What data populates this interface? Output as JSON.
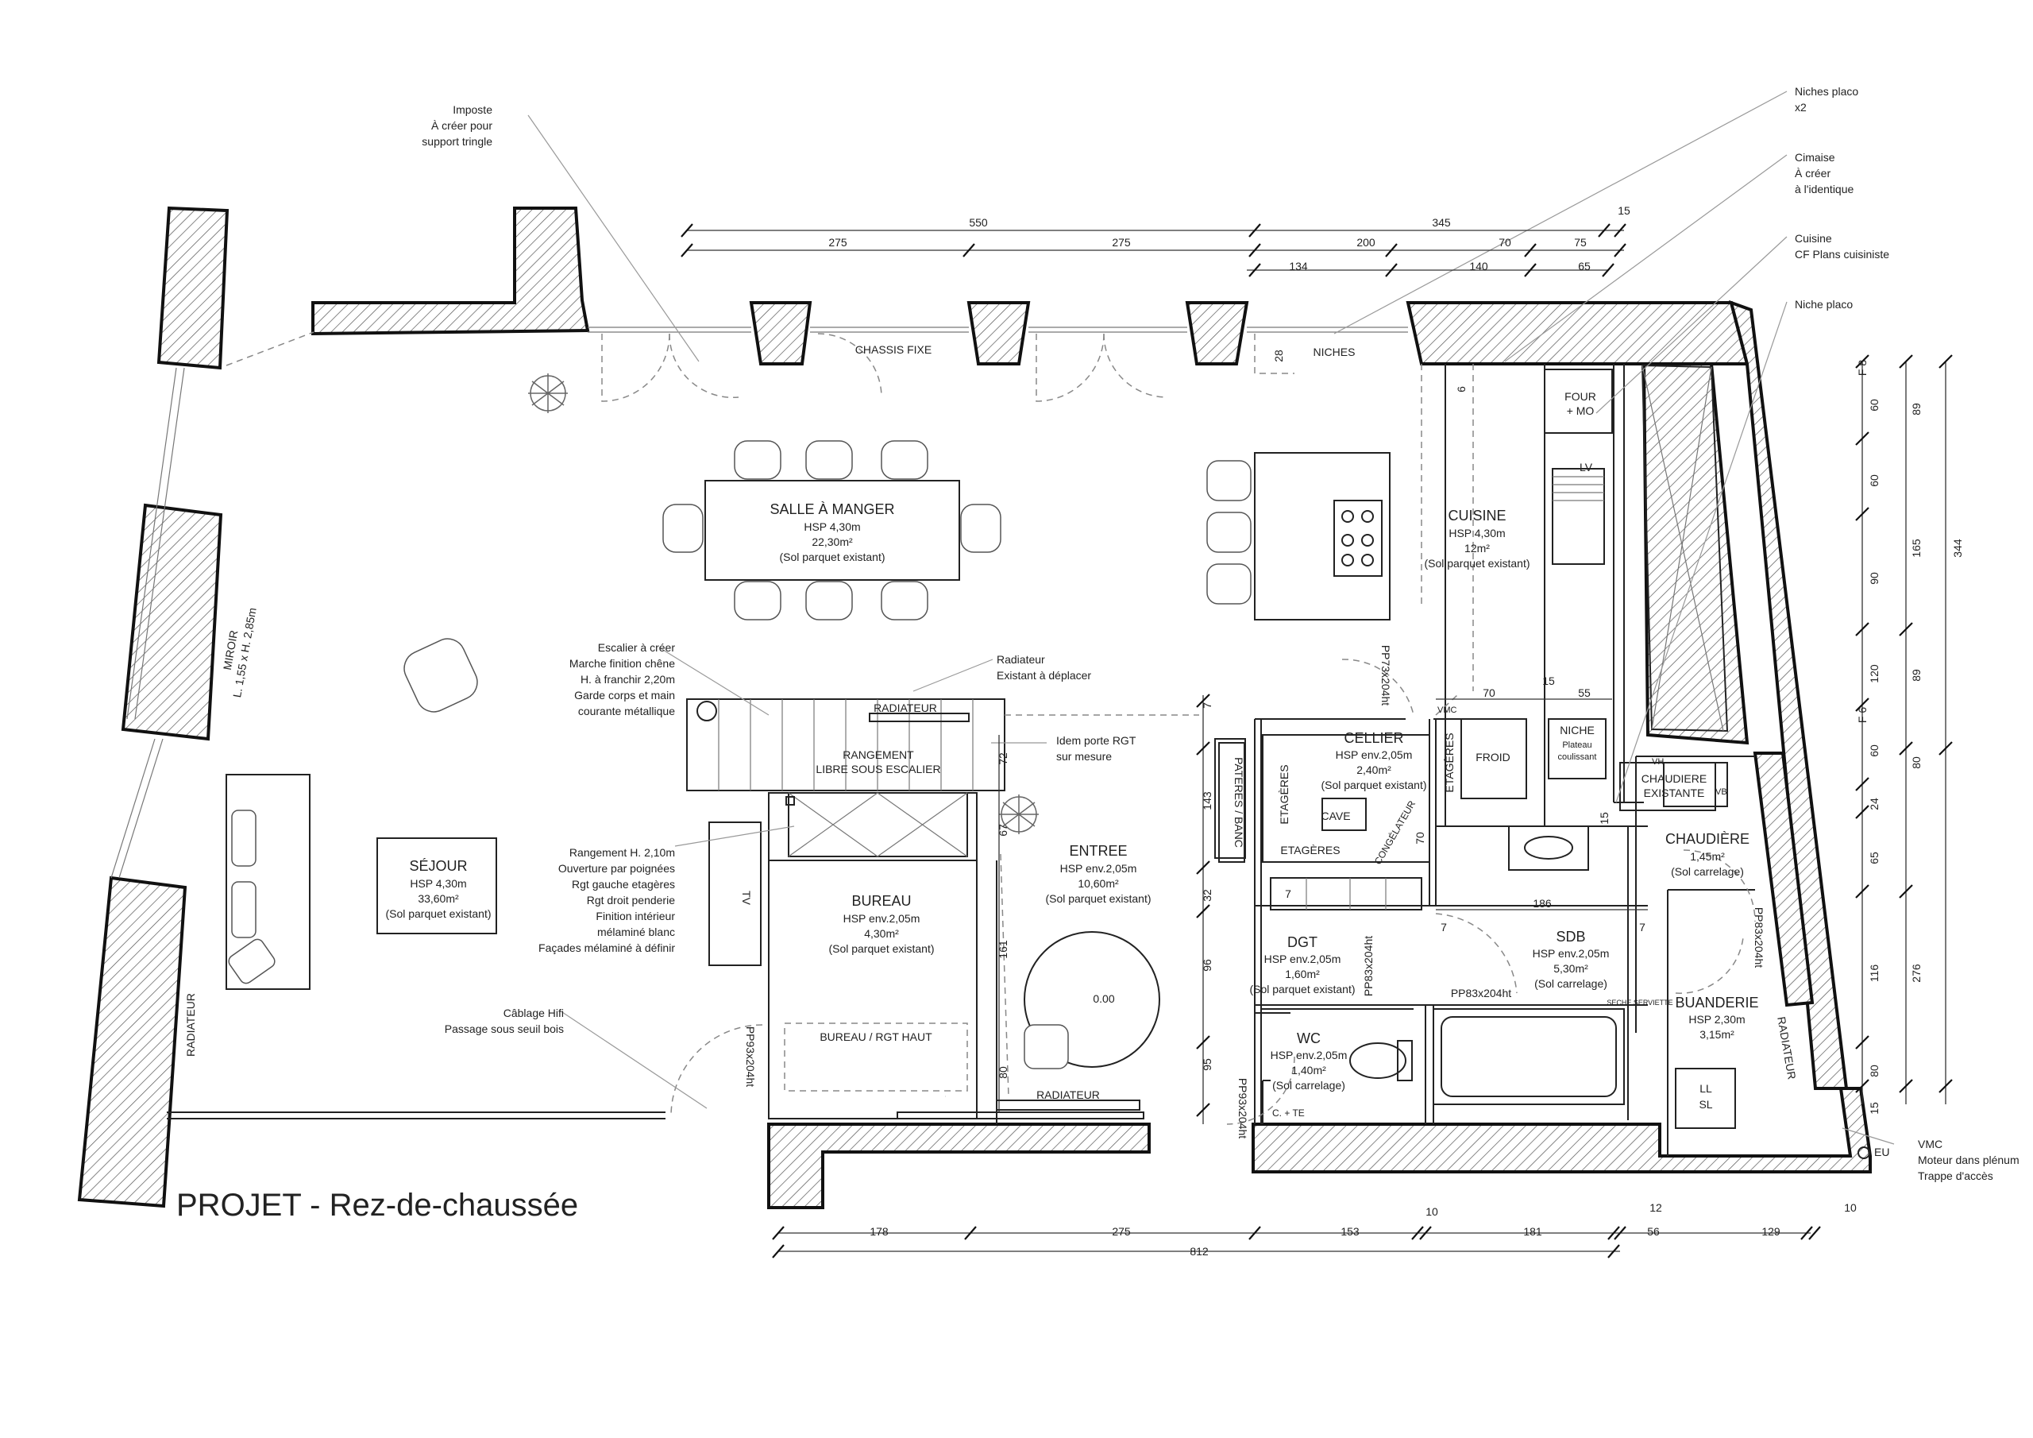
{
  "title": "PROJET - Rez-de-chaussée",
  "rooms": [
    {
      "id": "sam",
      "name": "SALLE À MANGER",
      "lines": [
        "HSP 4,30m",
        "22,30m²",
        "(Sol parquet existant)"
      ]
    },
    {
      "id": "cuisine",
      "name": "CUISINE",
      "lines": [
        "HSP 4,30m",
        "12m²",
        "(Sol parquet existant)"
      ]
    },
    {
      "id": "sejour",
      "name": "SÉJOUR",
      "lines": [
        "HSP 4,30m",
        "33,60m²",
        "(Sol parquet existant)"
      ]
    },
    {
      "id": "bureau",
      "name": "BUREAU",
      "lines": [
        "HSP env.2,05m",
        "4,30m²",
        "(Sol parquet existant)"
      ]
    },
    {
      "id": "entree",
      "name": "ENTREE",
      "lines": [
        "HSP env.2,05m",
        "10,60m²",
        "(Sol parquet existant)"
      ]
    },
    {
      "id": "cellier",
      "name": "CELLIER",
      "lines": [
        "HSP env.2,05m",
        "2,40m²",
        "(Sol parquet existant)"
      ]
    },
    {
      "id": "chaudiere",
      "name": "CHAUDIÈRE",
      "lines": [
        "1,45m²",
        "(Sol carrelage)"
      ]
    },
    {
      "id": "dgt",
      "name": "DGT",
      "lines": [
        "HSP env.2,05m",
        "1,60m²",
        "(Sol parquet existant)"
      ]
    },
    {
      "id": "sdb",
      "name": "SDB",
      "lines": [
        "HSP env.2,05m",
        "5,30m²",
        "(Sol carrelage)"
      ]
    },
    {
      "id": "wc",
      "name": "WC",
      "lines": [
        "HSP env.2,05m",
        "1,40m²",
        "(Sol carrelage)"
      ]
    },
    {
      "id": "buanderie",
      "name": "BUANDERIE",
      "lines": [
        "HSP 2,30m",
        "3,15m²",
        "(Sol carrelage)"
      ]
    }
  ],
  "annotations": {
    "imposte": [
      "Imposte",
      "À créer pour",
      "support tringle"
    ],
    "niches_placo": [
      "Niches placo",
      "x2"
    ],
    "cimaise": [
      "Cimaise",
      "À créer",
      "à l'identique"
    ],
    "cuisine_cf": [
      "Cuisine",
      "CF Plans cuisiniste"
    ],
    "niche_placo": [
      "Niche placo"
    ],
    "escalier": [
      "Escalier à créer",
      "Marche finition chêne",
      "H. à franchir 2,20m",
      "Garde corps et main",
      "courante métallique"
    ],
    "radiateur_dep": [
      "Radiateur",
      "Existant à déplacer"
    ],
    "idem_porte": [
      "Idem porte RGT",
      "sur mesure"
    ],
    "rangement": [
      "Rangement H. 2,10m",
      "Ouverture par poignées",
      "Rgt gauche etagères",
      "Rgt droit penderie",
      "Finition intérieur",
      "mélaminé blanc",
      "Façades mélaminé à définir"
    ],
    "cablage": [
      "Câblage Hifi",
      "Passage sous seuil bois"
    ],
    "vmc": [
      "VMC",
      "Moteur dans plénum",
      "Trappe d'accès"
    ]
  },
  "labels": {
    "chassis_fixe": "CHASSIS FIXE",
    "niches": "NICHES",
    "four_mo": [
      "FOUR",
      "+ MO"
    ],
    "lv": "LV",
    "radiateur": "RADIATEUR",
    "rangement_escalier": [
      "RANGEMENT",
      "LIBRE SOUS ESCALIER"
    ],
    "froid": "FROID",
    "niche_plateau": [
      "NICHE",
      "Plateau",
      "coulissant"
    ],
    "vh": "VH",
    "chaudiere_existante": [
      "CHAUDIERE",
      "EXISTANTE"
    ],
    "vb": "VB",
    "vmc": "VMC",
    "cave": "CAVE",
    "etageres": "ETAGÈRES",
    "etageres2": "ETAGÈRES",
    "etageres3": "ETAGÈRES",
    "congelateur": "CONGÉLATEUR",
    "pateres": "PATERES / BANC",
    "tv": "TV",
    "bureau_rgt": "BUREAU / RGT HAUT",
    "seche": "SECHE SERVIETTE",
    "ll_sl": [
      "LL",
      "SL"
    ],
    "c_te": "C. + TE",
    "eu": "EU",
    "miroir": [
      "MIROIR",
      "L. 1,55 x H. 2,85m"
    ],
    "table_round": "0.00",
    "doors": [
      "PP73x204ht",
      "PP83x204ht",
      "PP83x204ht",
      "PP93x204ht",
      "PP93x204ht",
      "PP83x204ht"
    ],
    "f8": "F 8",
    "f6": "F 6"
  },
  "dims": {
    "top1": [
      "550",
      "345",
      "15"
    ],
    "top2": [
      "275",
      "275",
      "200",
      "70",
      "75"
    ],
    "top3": [
      "134",
      "140",
      "65"
    ],
    "bottom1": [
      "178",
      "275",
      "153",
      "181",
      "56",
      "129"
    ],
    "bottom_small": [
      "10",
      "12",
      "10"
    ],
    "bottom2": [
      "812"
    ],
    "right1": [
      "60",
      "60",
      "90",
      "120",
      "60",
      "24",
      "65",
      "116",
      "80",
      "15"
    ],
    "right2": [
      "89",
      "165",
      "89",
      "80",
      "276"
    ],
    "right3": [
      "344"
    ],
    "inner": [
      "70",
      "15",
      "55",
      "186",
      "7",
      "7",
      "6",
      "28",
      "7",
      "143",
      "32",
      "96",
      "95",
      "72",
      "67",
      "161",
      "80",
      "70",
      "15",
      "7"
    ]
  }
}
